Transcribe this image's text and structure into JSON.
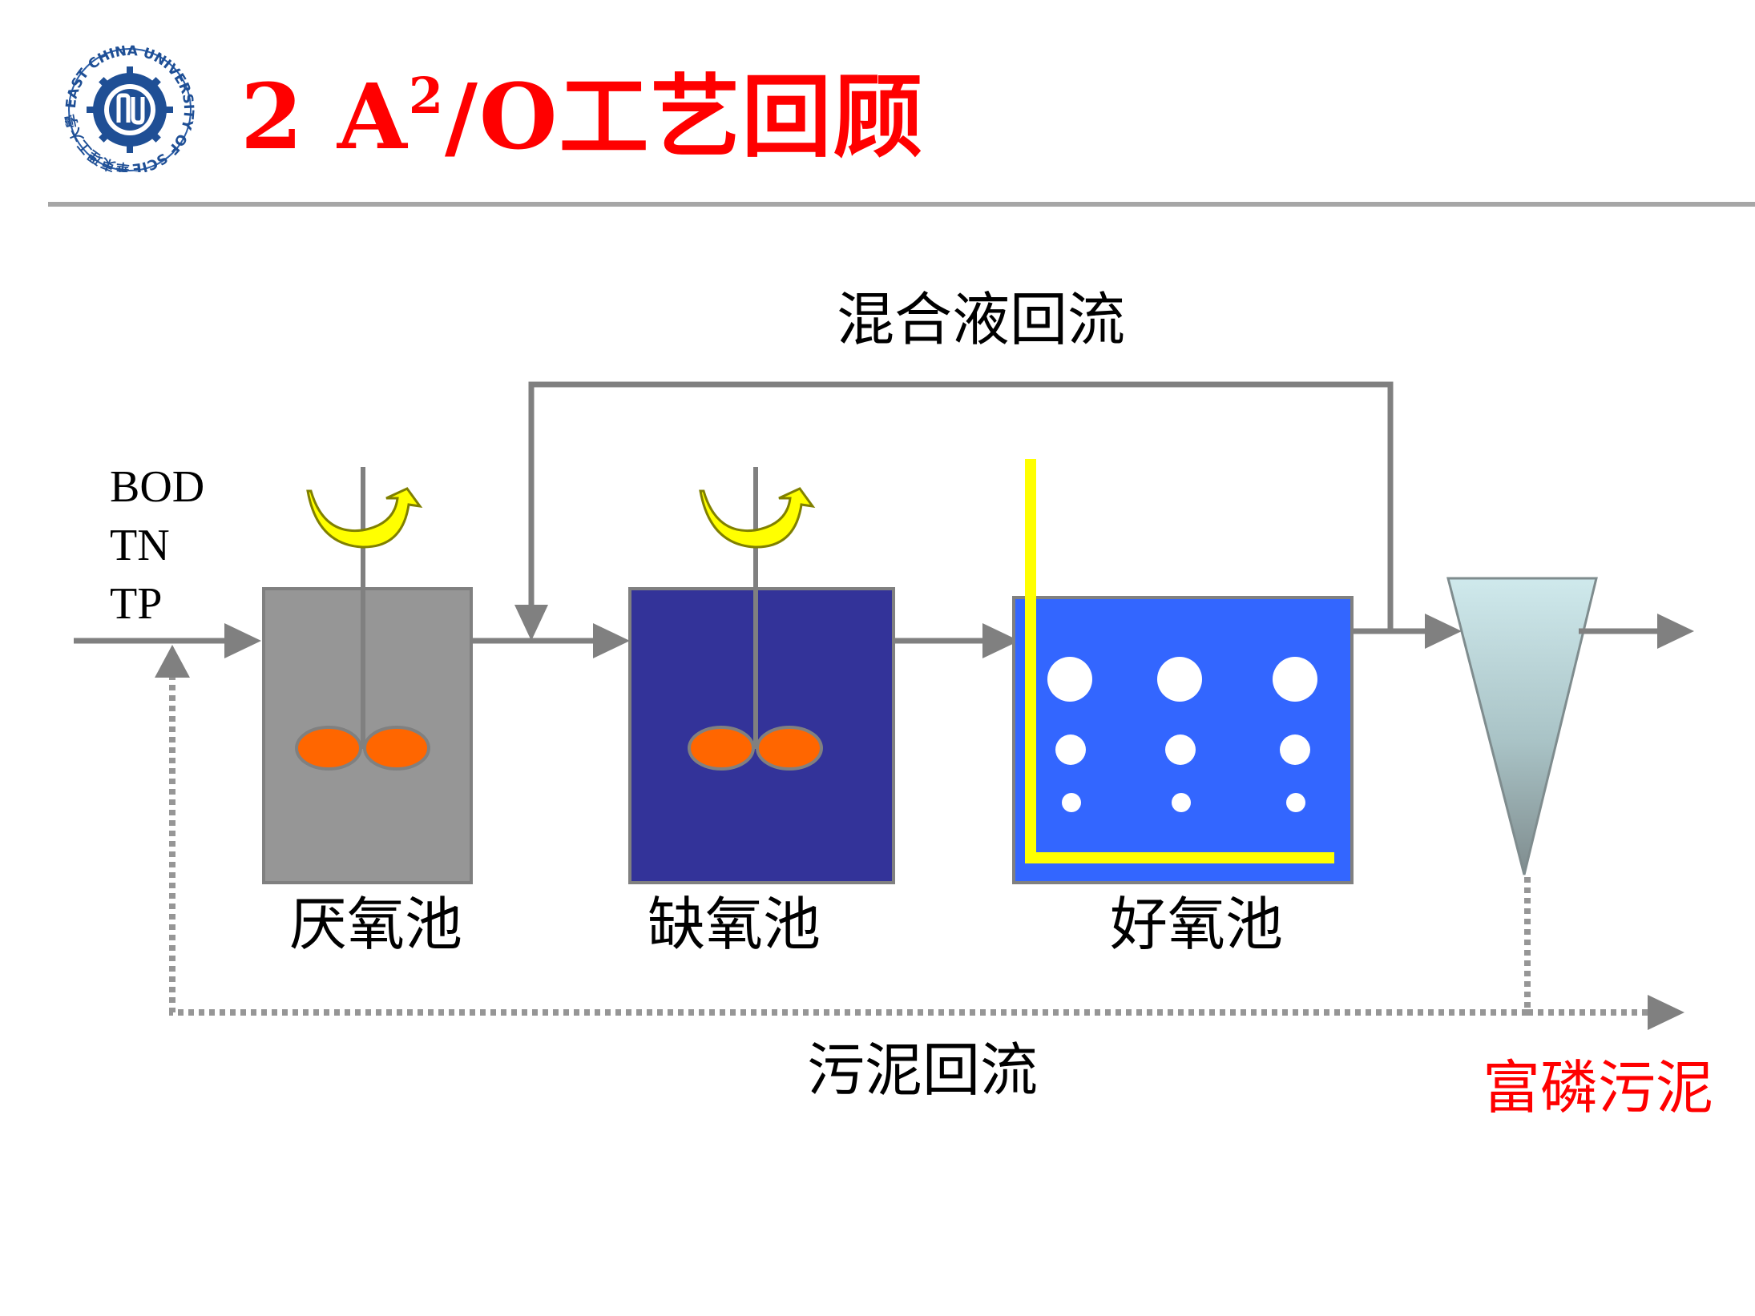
{
  "slide": {
    "title_prefix": "2 A",
    "title_sup": "2",
    "title_suffix": "/O工艺回顾"
  },
  "logo": {
    "ring_text": "華東理工大學 EAST CHINA UNIVERSITY OF SCIENCE AND TECHNOLOGY",
    "icon": "university-seal-icon"
  },
  "diagram": {
    "influent": {
      "line1": "BOD",
      "line2": "TN",
      "line3": "TP"
    },
    "tanks": {
      "anaerobic": "厌氧池",
      "anoxic": "缺氧池",
      "aerobic": "好氧池"
    },
    "flows": {
      "mixed_liquor_return": "混合液回流",
      "sludge_return": "污泥回流",
      "phosphorus_rich_sludge": "富磷污泥"
    },
    "colors": {
      "arrow": "#808080",
      "anaerobic_tank": "#969696",
      "anoxic_tank": "#333399",
      "aerobic_tank": "#3366ff",
      "impeller": "#ff6600",
      "rotation_arrow": "#ffff00",
      "aeration_pipe": "#ffff00",
      "bubbles": "#ffffff",
      "clarifier_top": "#cfe9ec",
      "clarifier_bottom": "#7f8c8e",
      "title": "#ff0000",
      "highlight_text": "#ff0000"
    }
  }
}
